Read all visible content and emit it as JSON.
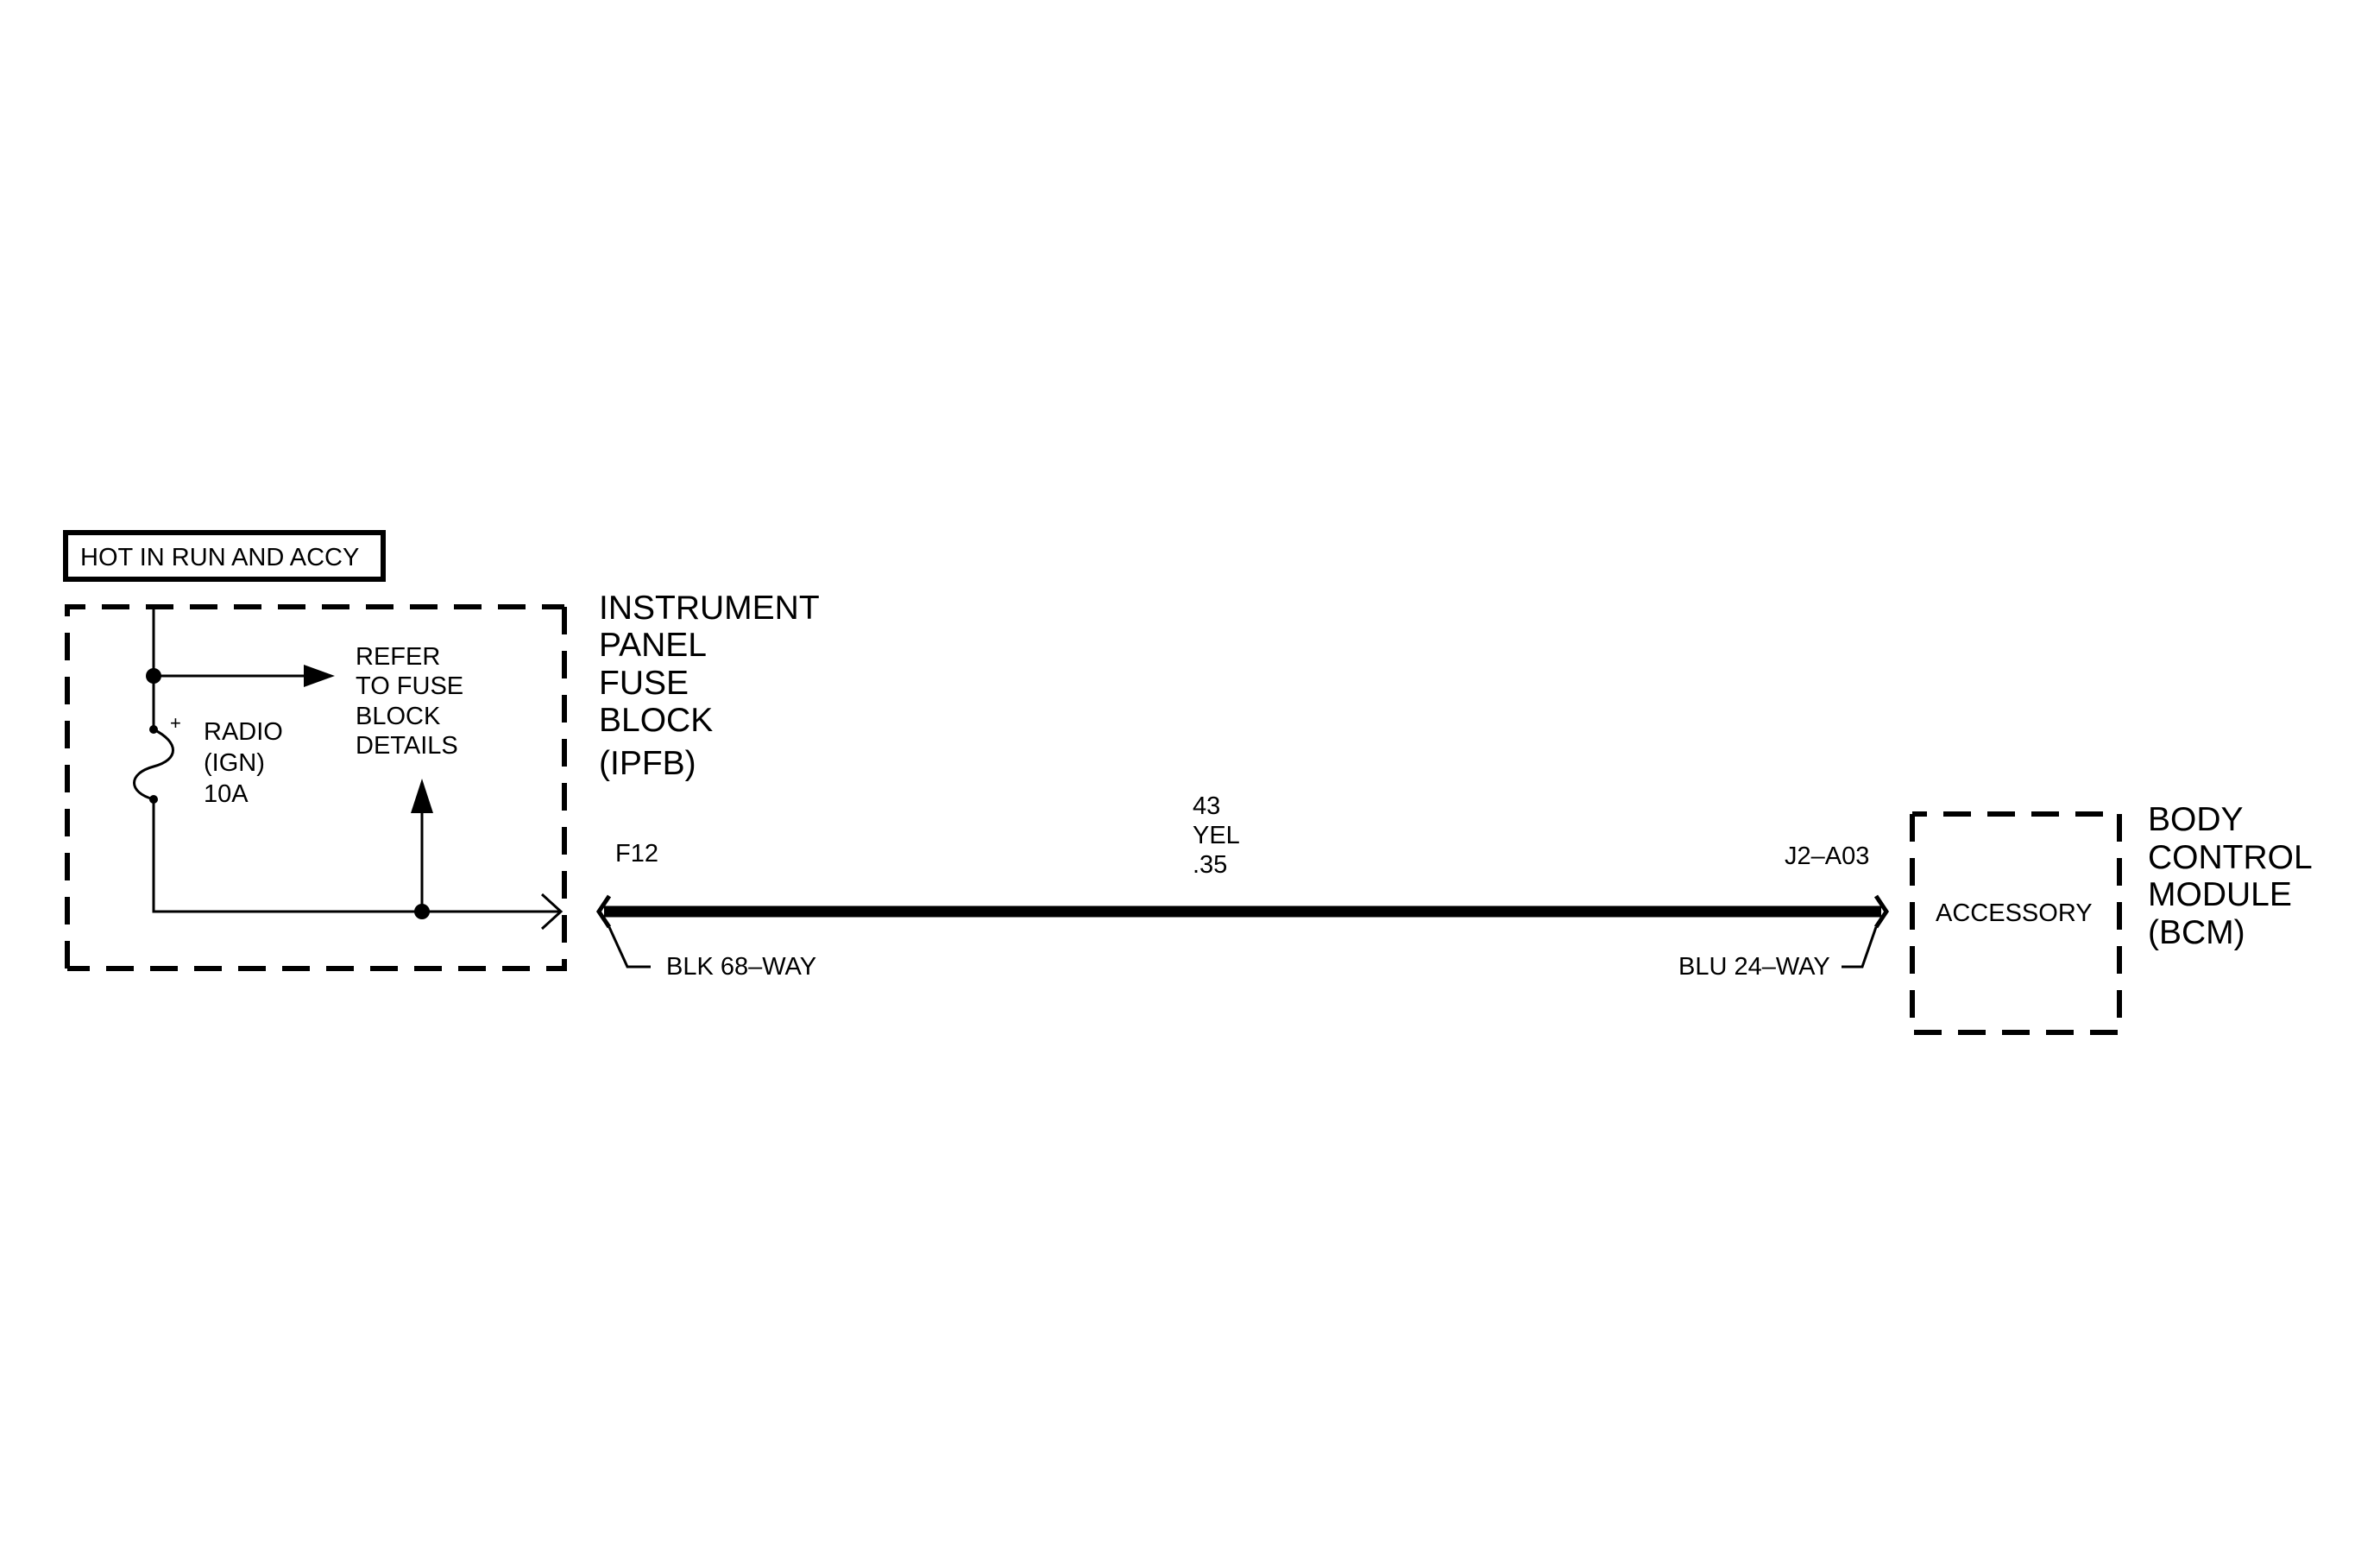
{
  "header": {
    "label": "HOT IN RUN AND ACCY"
  },
  "fuse": {
    "name": "RADIO",
    "circuit": "(IGN)",
    "rating": "10A",
    "polarity": "+"
  },
  "refer_note": [
    "REFER",
    "TO FUSE",
    "BLOCK",
    "DETAILS"
  ],
  "ipfb": {
    "title_lines": [
      "INSTRUMENT",
      "PANEL",
      "FUSE",
      "BLOCK",
      "(IPFB)"
    ],
    "terminal": "F12",
    "connector": "BLK 68–WAY"
  },
  "wire": {
    "circuit": "43",
    "color": "YEL",
    "gauge": ".35"
  },
  "bcm": {
    "title_lines": [
      "BODY",
      "CONTROL",
      "MODULE",
      "(BCM)"
    ],
    "terminal": "J2–A03",
    "connector": "BLU 24–WAY",
    "input": "ACCESSORY"
  }
}
